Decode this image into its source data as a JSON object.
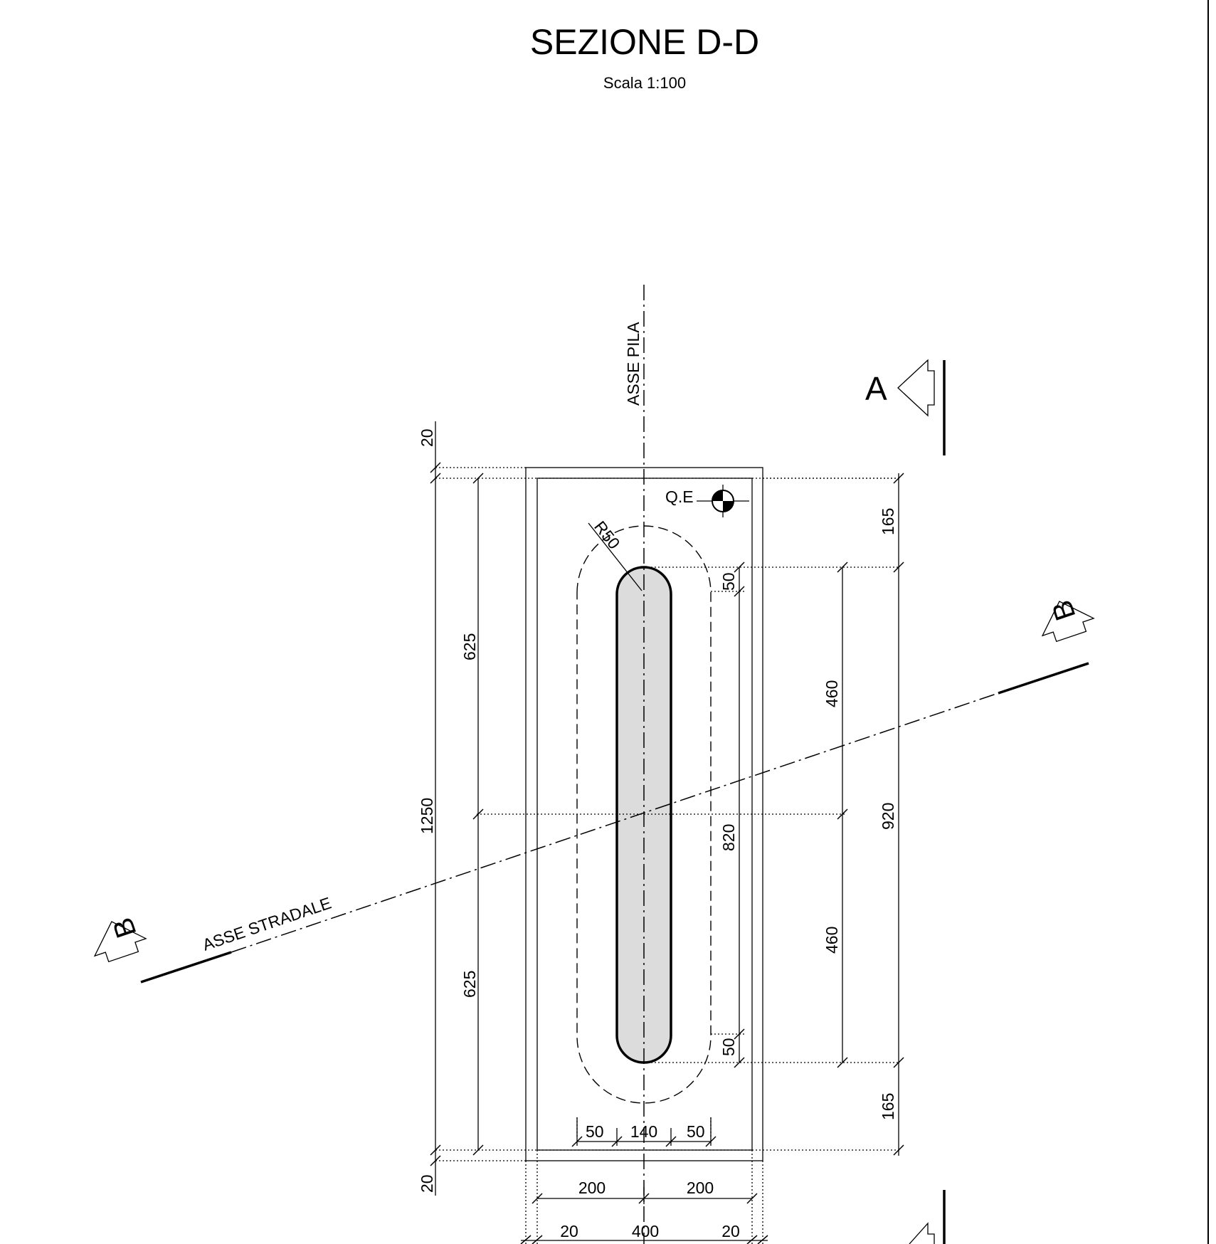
{
  "title": "SEZIONE D-D",
  "subtitle": "Scala 1:100",
  "labels": {
    "asse_pila": "ASSE PILA",
    "asse_stradale": "ASSE STRADALE",
    "section_a": "A",
    "section_b": "B",
    "qe": "Q.E",
    "radius": "R50"
  },
  "dimensions": {
    "top_20": "20",
    "bottom_20": "20",
    "overall_1250": "1250",
    "upper_625": "625",
    "lower_625": "625",
    "right_top_165": "165",
    "right_bottom_165": "165",
    "upper_460": "460",
    "lower_460": "460",
    "total_920": "920",
    "inner_820": "820",
    "upper_50": "50",
    "lower_50": "50",
    "bottom_50_left": "50",
    "bottom_140": "140",
    "bottom_50_right": "50",
    "half_200_left": "200",
    "half_200_right": "200",
    "bottom_20_left": "20",
    "bottom_400": "400",
    "bottom_20_right": "20"
  }
}
